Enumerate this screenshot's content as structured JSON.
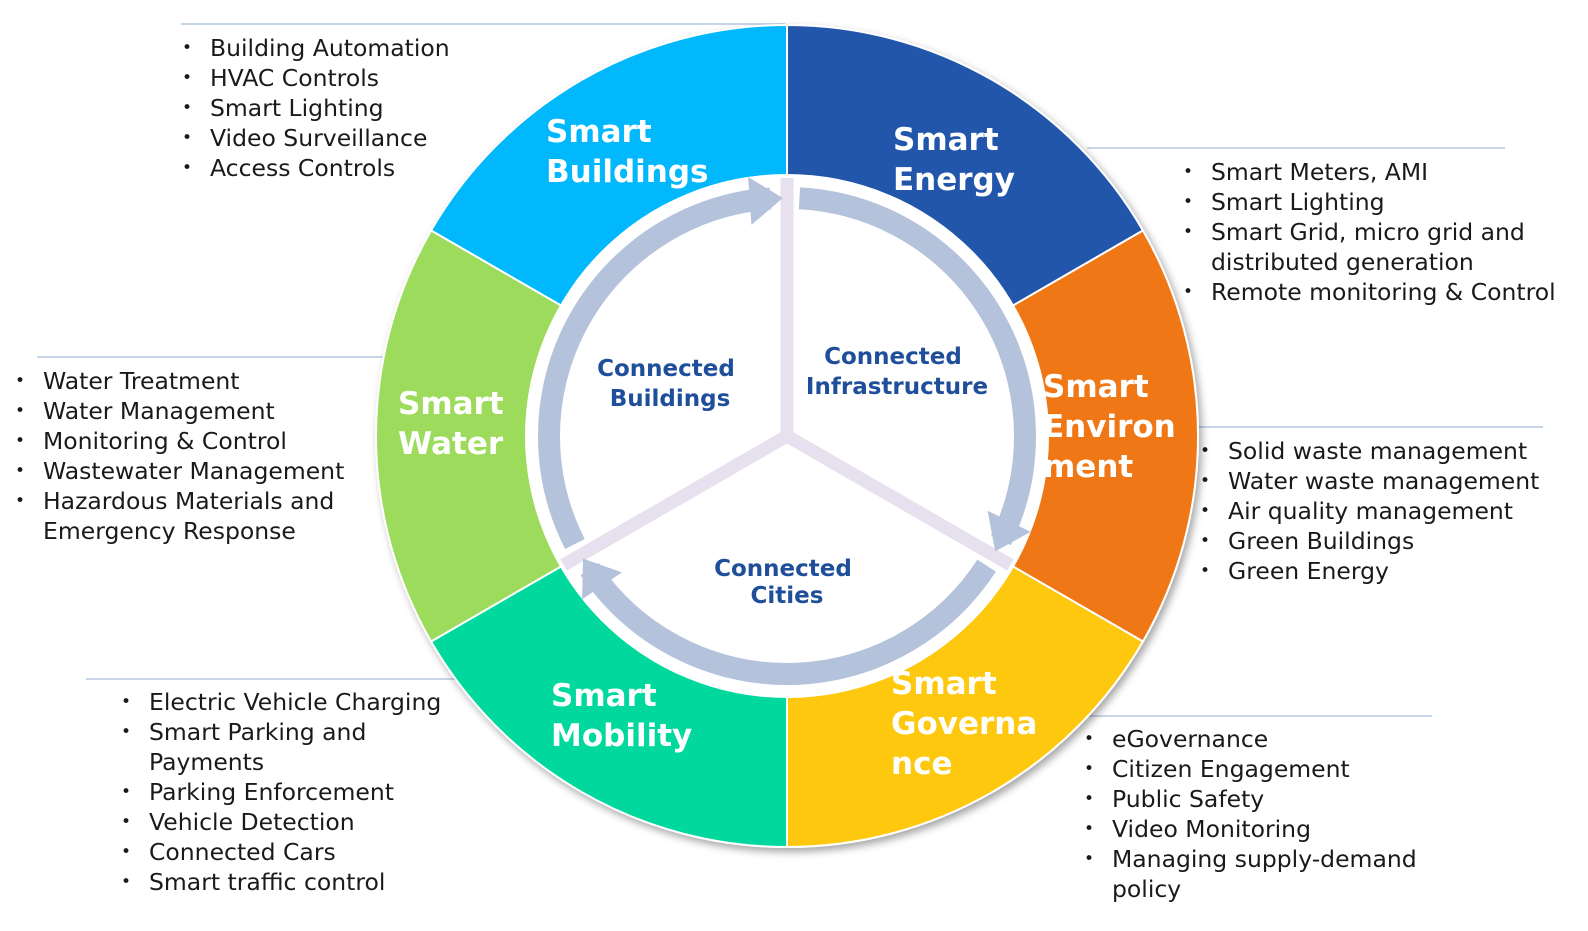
{
  "segments": {
    "buildings": {
      "label_lines": [
        "Smart",
        "Buildings"
      ],
      "color": "#05b8fb"
    },
    "energy": {
      "label_lines": [
        "Smart",
        "Energy"
      ],
      "color": "#2257ab"
    },
    "environment": {
      "label_lines": [
        "Smart",
        "Environ",
        "ment"
      ],
      "color": "#f07716"
    },
    "governance": {
      "label_lines": [
        "Smart",
        "Governa",
        "nce"
      ],
      "color": "#fdc80e"
    },
    "mobility": {
      "label_lines": [
        "Smart",
        "Mobility"
      ],
      "color": "#05d89e"
    },
    "water": {
      "label_lines": [
        "Smart",
        "Water"
      ],
      "color": "#9cdb5b"
    }
  },
  "inner": {
    "buildings": [
      "Connected",
      "Buildings"
    ],
    "infrastructure": [
      "Connected",
      "Infrastructure"
    ],
    "cities": [
      "Connected",
      "Cities"
    ]
  },
  "lists": {
    "buildings": [
      "Building Automation",
      "HVAC Controls",
      "Smart Lighting",
      "Video Surveillance",
      "Access Controls"
    ],
    "energy": [
      "Smart Meters, AMI",
      "Smart Lighting",
      "Smart Grid, micro grid and distributed generation",
      "Remote monitoring & Control"
    ],
    "water": [
      "Water Treatment",
      "Water Management",
      "Monitoring & Control",
      "Wastewater Management",
      "Hazardous Materials and Emergency Response"
    ],
    "environment": [
      "Solid waste management",
      "Water waste management",
      "Air quality management",
      "Green Buildings",
      "Green Energy"
    ],
    "mobility": [
      "Electric Vehicle Charging",
      "Smart Parking and Payments",
      "Parking Enforcement",
      "Vehicle Detection",
      "Connected Cars",
      "Smart traffic control"
    ],
    "governance": [
      "eGovernance",
      "Citizen Engagement",
      "Public Safety",
      "Video Monitoring",
      "Managing supply-demand policy"
    ]
  },
  "colors": {
    "arrow": "#b4c2dc",
    "spoke": "#e6e0ef",
    "inner_text": "#1f4e9a",
    "rule": "#b7c8e0"
  }
}
